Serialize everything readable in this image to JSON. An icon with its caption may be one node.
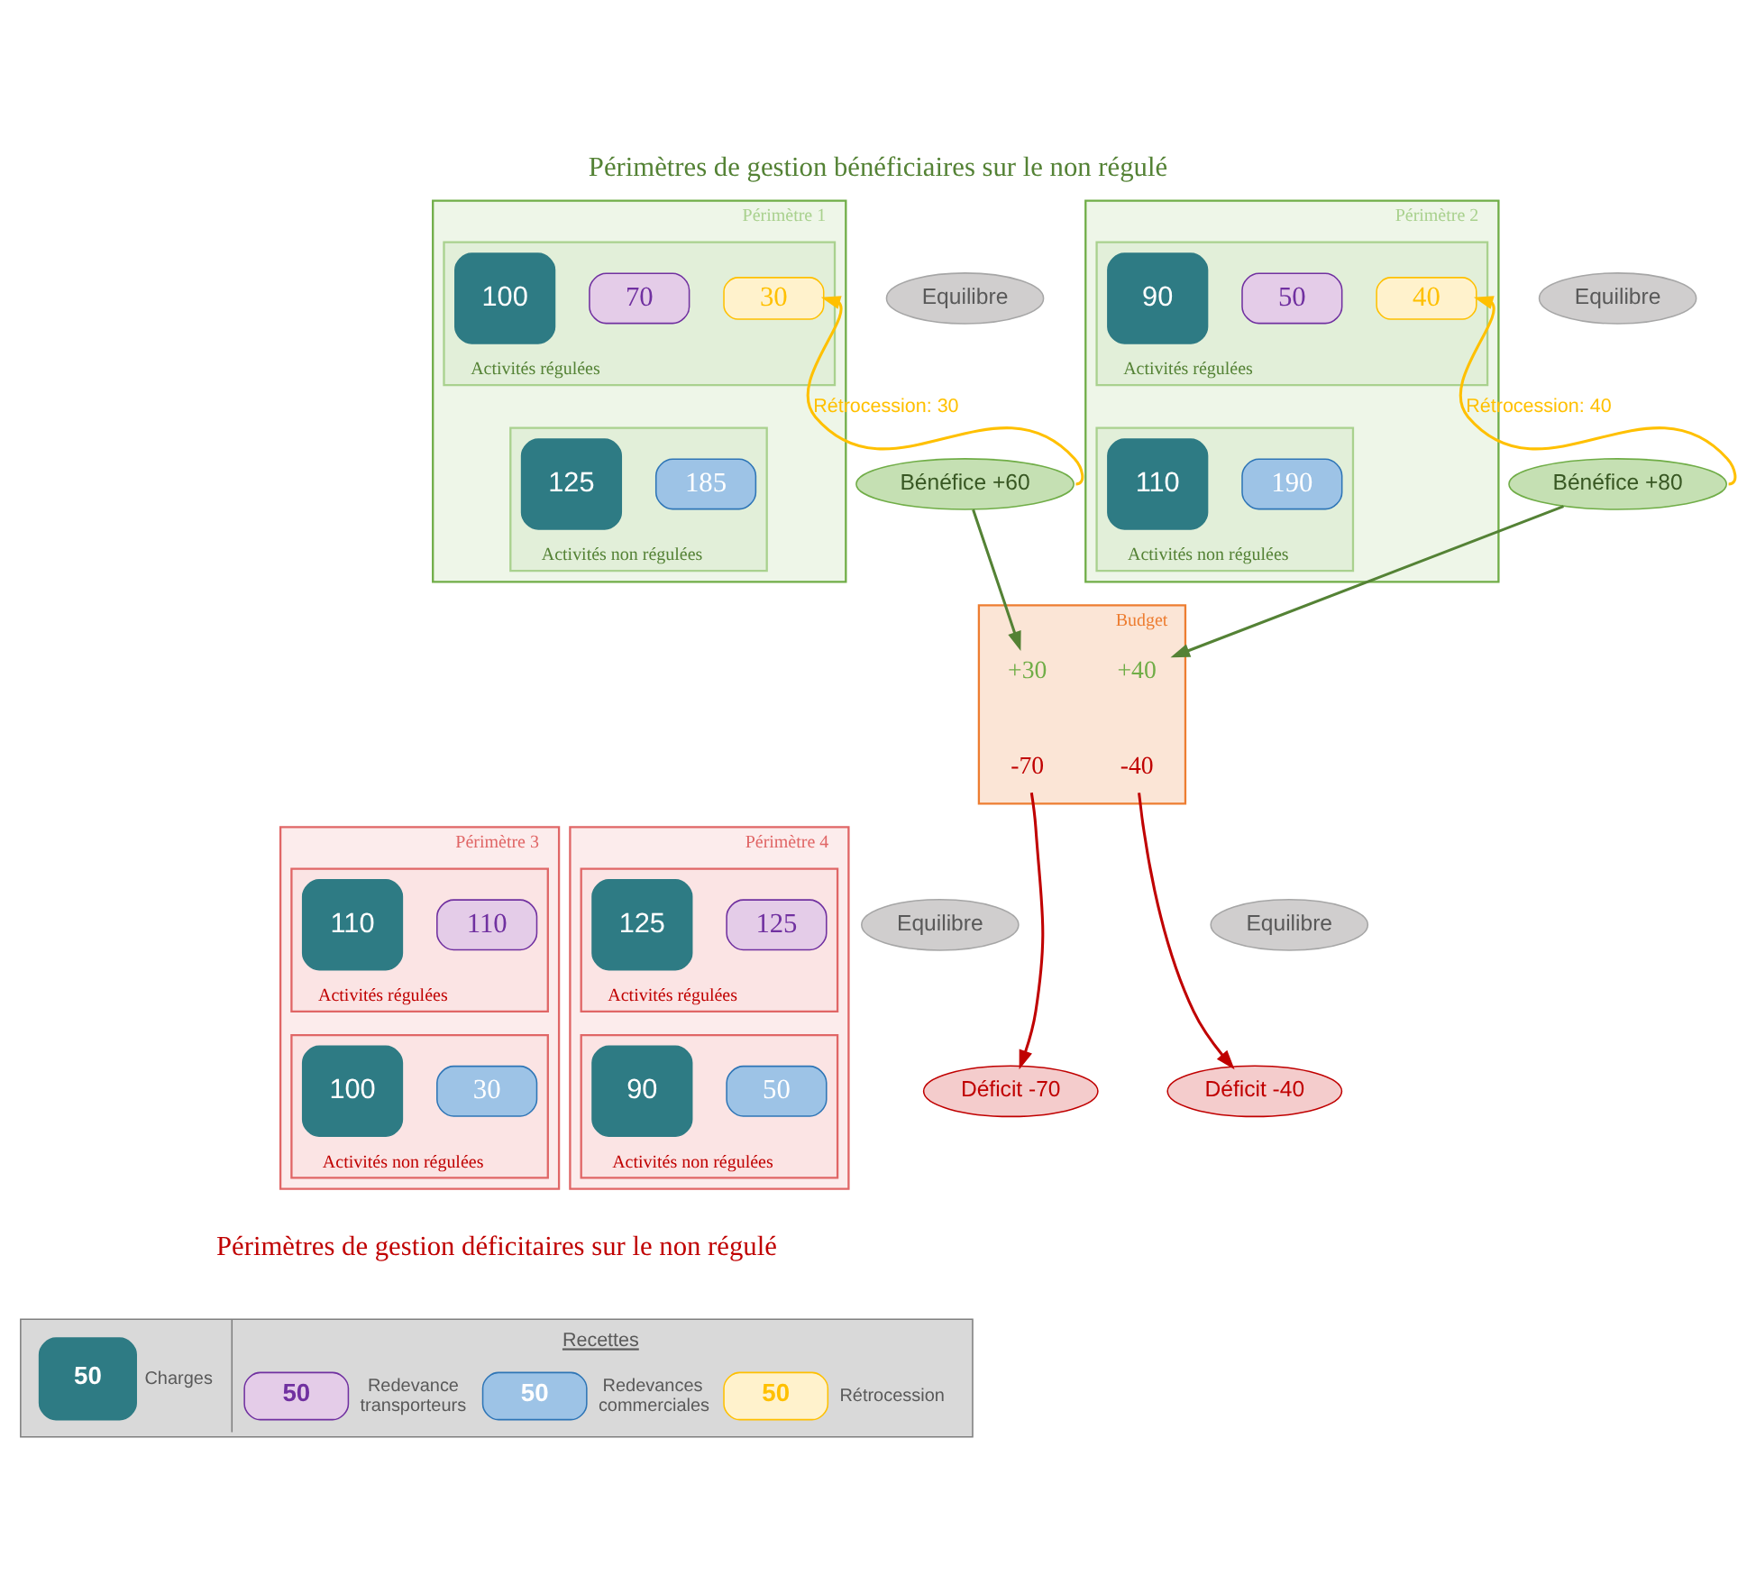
{
  "diagram": {
    "title": "Périmètres de gestion bénéficiaires sur le non régulé",
    "caption": "Périmètres de gestion déficitaires sur le non régulé",
    "nodes": [
      {
        "text": [
          "Périmètre 1"
        ]
      },
      {
        "text": [
          "Activités régulées"
        ],
        "in": 0
      },
      {
        "text": [
          "100"
        ],
        "in": 1
      },
      {
        "text": [
          "70"
        ],
        "in": 1
      },
      {
        "text": [
          "30"
        ],
        "in": 1
      },
      {
        "text": [
          "Activités non régulées"
        ],
        "in": 0
      },
      {
        "text": [
          "125"
        ],
        "in": 5
      },
      {
        "text": [
          "185"
        ],
        "in": 5
      },
      {
        "text": [
          "Equilibre"
        ]
      },
      {
        "text": [
          "Bénéfice +60"
        ]
      },
      {
        "text": [
          "Périmètre 2"
        ]
      },
      {
        "text": [
          "Activités régulées"
        ],
        "in": 10
      },
      {
        "text": [
          "90"
        ],
        "in": 11
      },
      {
        "text": [
          "50"
        ],
        "in": 11
      },
      {
        "text": [
          "40"
        ],
        "in": 11
      },
      {
        "text": [
          "Activités non régulées"
        ],
        "in": 10
      },
      {
        "text": [
          "110"
        ],
        "in": 15
      },
      {
        "text": [
          "190"
        ],
        "in": 15
      },
      {
        "text": [
          "Equilibre"
        ]
      },
      {
        "text": [
          "Bénéfice +80"
        ]
      },
      {
        "text": [
          "Budget"
        ]
      },
      {
        "text": [
          "+30"
        ],
        "in": 20
      },
      {
        "text": [
          "+40"
        ],
        "in": 20
      },
      {
        "text": [
          "-70"
        ],
        "in": 20
      },
      {
        "text": [
          "-40"
        ],
        "in": 20
      },
      {
        "text": [
          "Périmètre 3"
        ]
      },
      {
        "text": [
          "Activités régulées"
        ],
        "in": 25
      },
      {
        "text": [
          "110"
        ],
        "in": 26
      },
      {
        "text": [
          "110"
        ],
        "in": 26
      },
      {
        "text": [
          "Activités non régulées"
        ],
        "in": 25
      },
      {
        "text": [
          "100"
        ],
        "in": 29
      },
      {
        "text": [
          "30"
        ],
        "in": 29
      },
      {
        "text": [
          "Equilibre"
        ]
      },
      {
        "text": [
          "Déficit -70"
        ]
      },
      {
        "text": [
          "Périmètre 4"
        ]
      },
      {
        "text": [
          "Activités régulées"
        ],
        "in": 34
      },
      {
        "text": [
          "125"
        ],
        "in": 35
      },
      {
        "text": [
          "125"
        ],
        "in": 35
      },
      {
        "text": [
          "Activités non régulées"
        ],
        "in": 34
      },
      {
        "text": [
          "90"
        ],
        "in": 38
      },
      {
        "text": [
          "50"
        ],
        "in": 38
      },
      {
        "text": [
          "Equilibre"
        ]
      },
      {
        "text": [
          "Déficit -40"
        ]
      }
    ],
    "edges": [
      {
        "from": 9,
        "to": 4,
        "arrow": "to",
        "label": "Rétrocession: 30",
        "color": "#ffc000"
      },
      {
        "from": 9,
        "to": 21,
        "arrow": "to",
        "color": "#548235"
      },
      {
        "from": 19,
        "to": 14,
        "arrow": "to",
        "label": "Rétrocession: 40",
        "color": "#ffc000"
      },
      {
        "from": 19,
        "to": 22,
        "arrow": "to",
        "color": "#548235"
      },
      {
        "from": 23,
        "to": 33,
        "arrow": "to",
        "color": "#c00000"
      },
      {
        "from": 24,
        "to": 42,
        "arrow": "to",
        "color": "#c00000"
      }
    ],
    "labels": [
      "Recettes",
      "50",
      "50",
      "50",
      "50"
    ],
    "legend": [
      {
        "text": "Charges",
        "color": "#2e7b84"
      },
      {
        "text": "Redevance transporteurs",
        "color": "#e4cce8"
      },
      {
        "text": "Redevances commerciales",
        "color": "#9dc3e6"
      },
      {
        "text": "Rétrocession",
        "color": "#fff2cc"
      }
    ]
  }
}
